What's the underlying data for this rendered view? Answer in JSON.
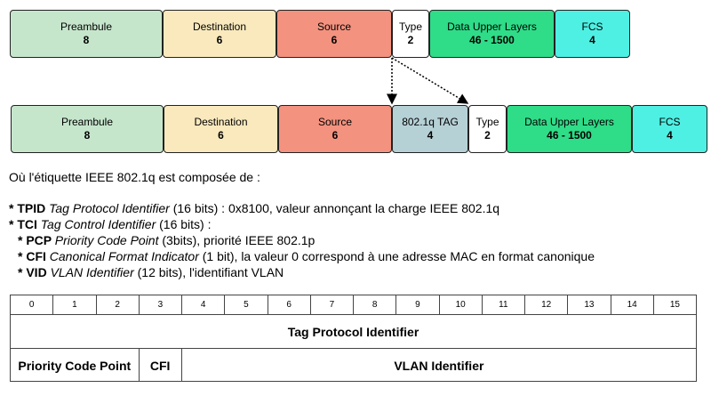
{
  "frame_original": [
    {
      "name": "Preambule",
      "size": "8",
      "color": "#c6e6cc"
    },
    {
      "name": "Destination",
      "size": "6",
      "color": "#f9e9bd"
    },
    {
      "name": "Source",
      "size": "6",
      "color": "#f3927f"
    },
    {
      "name": "Type",
      "size": "2",
      "color": "#ffffff"
    },
    {
      "name": "Data Upper Layers",
      "size": "46 - 1500",
      "color": "#2fdc88"
    },
    {
      "name": "FCS",
      "size": "4",
      "color": "#4ef0e3"
    }
  ],
  "frame_tagged": [
    {
      "name": "Preambule",
      "size": "8",
      "color": "#c6e6cc"
    },
    {
      "name": "Destination",
      "size": "6",
      "color": "#f9e9bd"
    },
    {
      "name": "Source",
      "size": "6",
      "color": "#f3927f"
    },
    {
      "name": "802.1q TAG",
      "size": "4",
      "color": "#b6d1d6"
    },
    {
      "name": "Type",
      "size": "2",
      "color": "#ffffff"
    },
    {
      "name": "Data Upper Layers",
      "size": "46 - 1500",
      "color": "#2fdc88"
    },
    {
      "name": "FCS",
      "size": "4",
      "color": "#4ef0e3"
    }
  ],
  "intro": "Où l'étiquette IEEE 802.1q est composée de :",
  "definitions": [
    {
      "prefix": "* ",
      "abbr": "TPID",
      "full": "Tag Protocol Identifier",
      "rest": " (16 bits) : 0x8100, valeur annonçant la charge IEEE 802.1q",
      "sub": false
    },
    {
      "prefix": "* ",
      "abbr": "TCI",
      "full": "Tag Control Identifier",
      "rest": " (16 bits) :",
      "sub": false
    },
    {
      "prefix": "* ",
      "abbr": "PCP",
      "full": "Priority Code Point",
      "rest": " (3bits), priorité IEEE 802.1p",
      "sub": true
    },
    {
      "prefix": "* ",
      "abbr": "CFI",
      "full": "Canonical Format Indicator",
      "rest": " (1 bit), la valeur 0 correspond à une adresse MAC en format canonique",
      "sub": true
    },
    {
      "prefix": "* ",
      "abbr": "VID",
      "full": "VLAN Identifier",
      "rest": " (12 bits), l'identifiant VLAN",
      "sub": true
    }
  ],
  "bit_numbers": [
    "0",
    "1",
    "2",
    "3",
    "4",
    "5",
    "6",
    "7",
    "8",
    "9",
    "10",
    "11",
    "12",
    "13",
    "14",
    "15"
  ],
  "tpid_label": "Tag Protocol Identifier",
  "tci_fields": [
    {
      "label": "Priority Code Point",
      "bits": 3
    },
    {
      "label": "CFI",
      "bits": 1
    },
    {
      "label": "VLAN Identifier",
      "bits": 12
    }
  ]
}
